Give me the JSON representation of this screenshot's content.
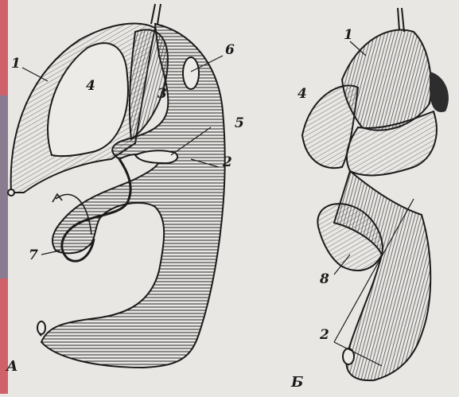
{
  "figure": {
    "panel_a": "А",
    "panel_b": "Б",
    "labels_a": {
      "l1": "1",
      "l2": "2",
      "l3": "3",
      "l4": "4",
      "l5": "5",
      "l6": "6",
      "l7": "7"
    },
    "labels_b": {
      "l1": "1",
      "l2": "2",
      "l4": "4",
      "l8": "8"
    }
  },
  "colors": {
    "paper": "#e9e7e4",
    "ink": "#1b1b1b",
    "edge_red": "#c8404c",
    "edge_blue": "#5a8ea8"
  }
}
